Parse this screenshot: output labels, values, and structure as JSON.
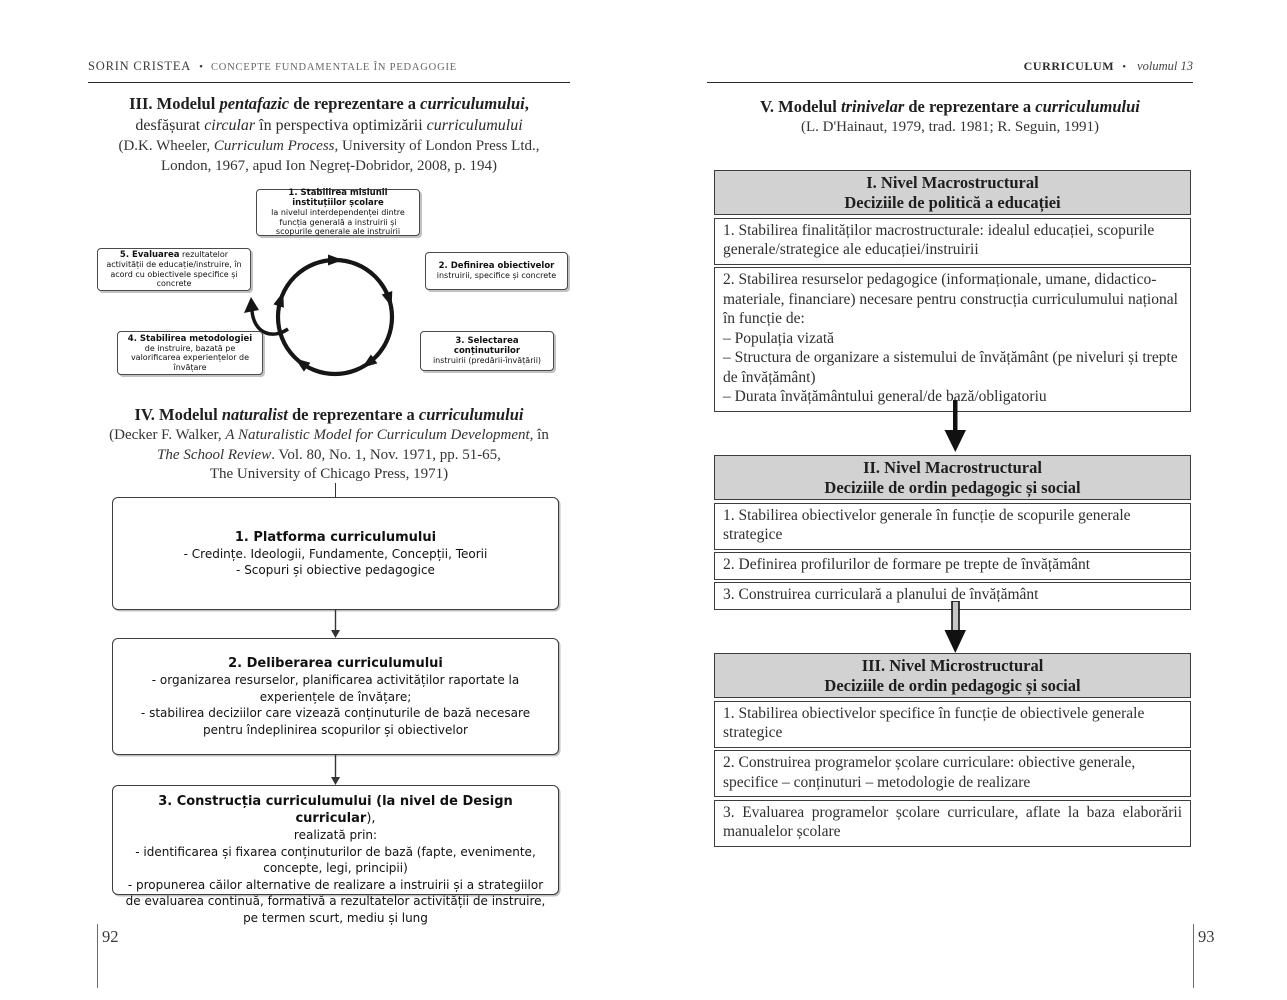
{
  "page_left": {
    "running_head": {
      "author": "SORIN CRISTEA",
      "separator": "•",
      "series": "CONCEPTE FUNDAMENTALE ÎN PEDAGOGIE"
    },
    "model3_title": {
      "line1": {
        "b1": "III. Modelul ",
        "i1": "pentafazic",
        "b2": " de reprezentare a ",
        "i2": "curriculumului",
        "tail": ","
      },
      "line2": {
        "r1": "desfășurat ",
        "i1": "circular",
        "r2": " în perspectiva optimizării ",
        "i2": "curriculumului"
      },
      "line3": {
        "r1": "(D.K. Wheeler, ",
        "i1": "Curriculum Process",
        "r2": ", University of London Press Ltd.,"
      },
      "line4": "London, 1967, apud Ion Negreț-Dobridor, 2008, p. 194)"
    },
    "cycle_diagram": {
      "box1": {
        "title": "1. Stabilirea misiunii instituțiilor școlare",
        "body": "la nivelul interdependenței dintre funcția generală a instruirii și scopurile generale ale instruirii"
      },
      "box2": {
        "title": "2. Definirea obiectivelor",
        "body": "instruirii, specifice și concrete"
      },
      "box3": {
        "title": "3. Selectarea conținuturilor",
        "body": "instruirii (predării-învățării)"
      },
      "box4": {
        "title": "4. Stabilirea metodologiei",
        "body": "de instruire, bazată pe valorificarea experiențelor de învățare"
      },
      "box5": {
        "title": "5. Evaluarea",
        "body": "rezultatelor activității de educație/instruire, în acord cu obiectivele specifice și concrete"
      }
    },
    "model4_title": {
      "line1": {
        "b1": "IV. Modelul ",
        "i1": "naturalist",
        "b2": " de reprezentare a ",
        "i2": "curriculumului"
      },
      "line2": {
        "r1": "(Decker F. Walker, ",
        "i1": "A Naturalistic Model for Curriculum Development,",
        "r2": " în"
      },
      "line3": {
        "i1": "The School Review",
        "r1": ". Vol. 80, No. 1, Nov. 1971, pp. 51-65,"
      },
      "line4": "The University of Chicago Press, 1971)"
    },
    "flowchart": {
      "box1": {
        "title": "1. Platforma curriculumului",
        "body": "- Credințe. Ideologii, Fundamente, Concepții, Teorii\n- Scopuri și obiective pedagogice"
      },
      "box2": {
        "title": "2. Deliberarea curriculumului",
        "body": "- organizarea resurselor, planificarea activităților raportate la experiențele de învățare;\n- stabilirea deciziilor care vizează conținuturile de bază necesare pentru îndeplinirea scopurilor și obiectivelor"
      },
      "box3": {
        "title_bold": "3. Construcția curriculumului (la nivel de Design curricular",
        "title_tail": "),",
        "body": "realizată prin:\n- identificarea și fixarea conținuturilor de bază (fapte, evenimente, concepte, legi, principii)\n- propunerea căilor alternative de realizare a instruirii și a strategiilor de evaluarea continuă, formativă a rezultatelor activității de instruire, pe termen scurt, mediu și lung"
      }
    },
    "page_number": "92"
  },
  "page_right": {
    "running_head": {
      "series": "CURRICULUM",
      "separator": "•",
      "volume": "volumul 13"
    },
    "model5_title": {
      "line1": {
        "b1": "V. Modelul ",
        "i1": "trinivelar",
        "b2": " de reprezentare a ",
        "i2": "curriculumului"
      },
      "line2": "(L. D'Hainaut, 1979, trad. 1981; R. Seguin, 1991)"
    },
    "tables": [
      {
        "header_line1": "I. Nivel Macrostructural",
        "header_line2": "Deciziile de politică a educației",
        "rows": [
          "1. Stabilirea finalităților macrostructurale: idealul educației, scopurile generale/strategice ale educației/instruirii",
          "2. Stabilirea resurselor pedagogice (informaționale, umane, didactico-materiale, financiare) necesare pentru construcția curriculumului național în funcție de:\n– Populația vizată\n– Structura de organizare a sistemului de învățământ (pe niveluri și trepte de învățământ)\n– Durata învățământului general/de bază/obligatoriu"
        ]
      },
      {
        "header_line1": "II. Nivel Macrostructural",
        "header_line2": "Deciziile de ordin pedagogic și social",
        "rows": [
          "1. Stabilirea obiectivelor generale în funcție de scopurile generale strategice",
          "2. Definirea profilurilor de formare pe trepte de învățământ",
          "3. Construirea curriculară a planului de învățământ"
        ]
      },
      {
        "header_line1": "III. Nivel Microstructural",
        "header_line2": "Deciziile de ordin pedagogic și social",
        "rows": [
          "1. Stabilirea obiectivelor specifice în funcție de obiectivele generale strategice",
          "2. Construirea programelor școlare curriculare: obiective generale, specifice – conținuturi – metodologie de realizare",
          "3. Evaluarea programelor școlare curriculare, aflate la baza elaborării manualelor școlare"
        ]
      }
    ],
    "page_number": "93"
  },
  "colors": {
    "table_header_bg": "#d2d2d2",
    "border": "#3d3d3d",
    "ink": "#2a2a2a",
    "arrow": "#1a1a1a"
  }
}
